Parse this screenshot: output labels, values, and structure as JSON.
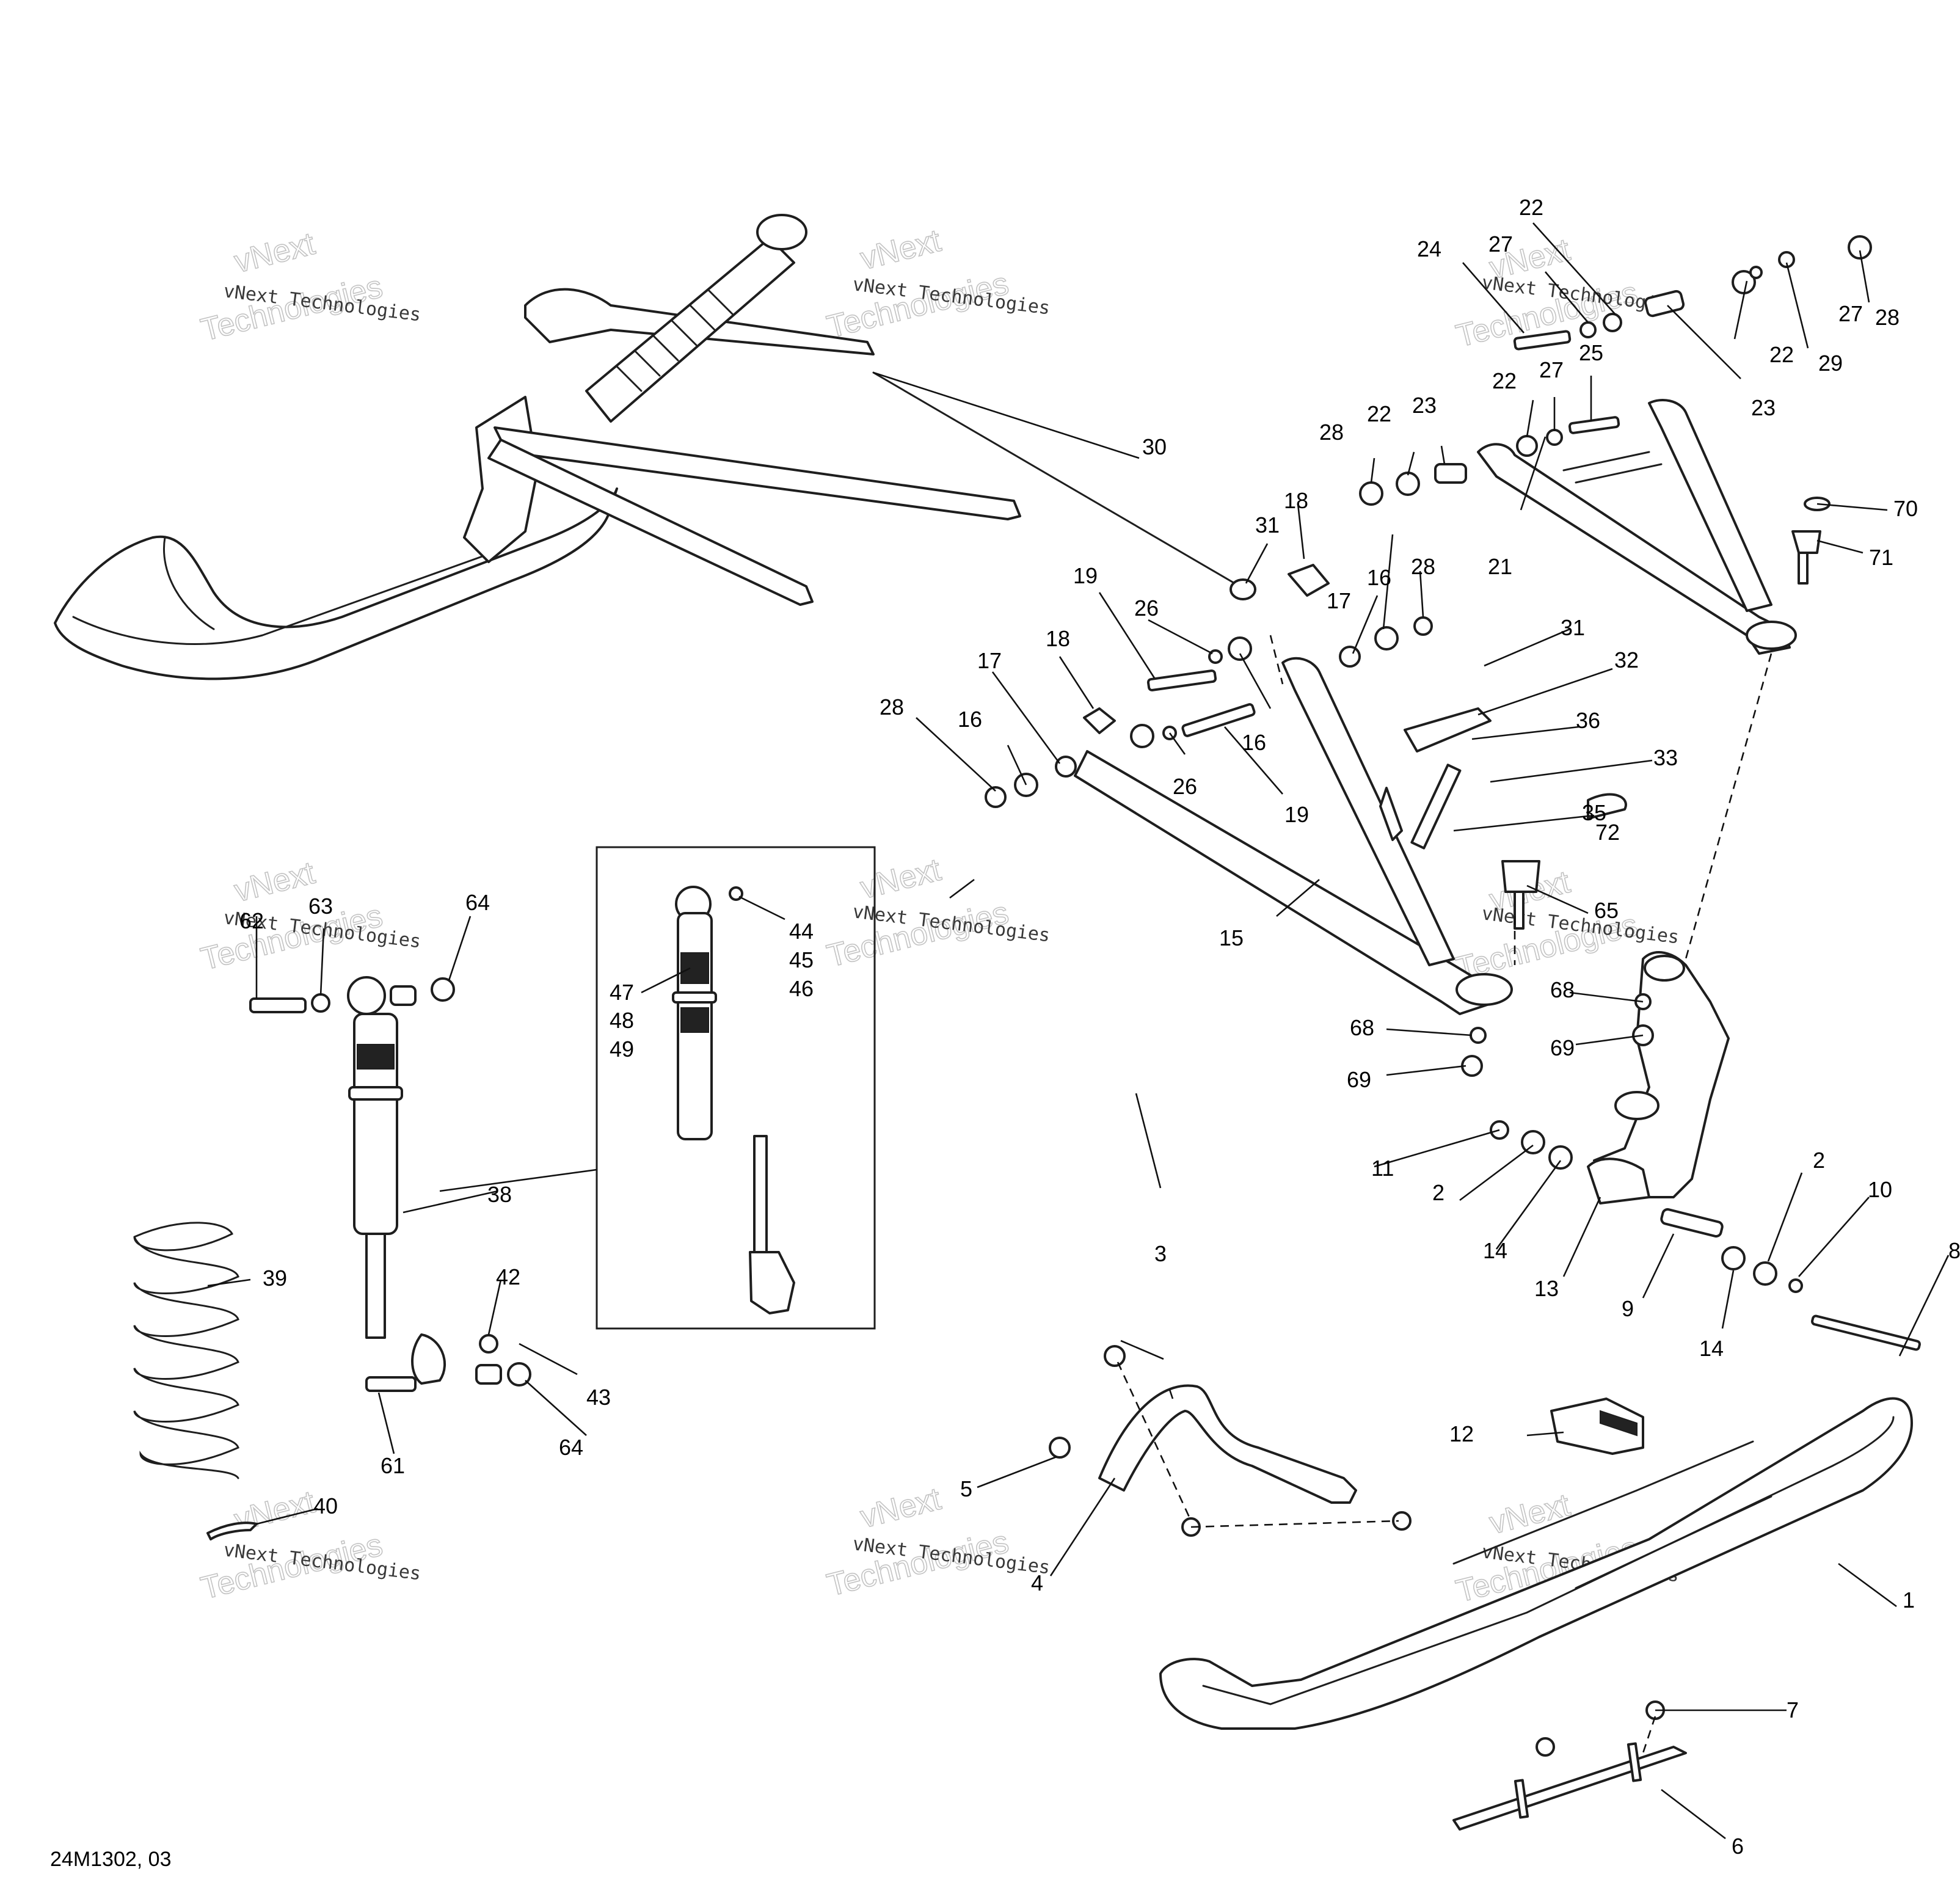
{
  "figure_id": "24M1302, 03",
  "watermark": {
    "line1": "vNext Technologies",
    "line2_a": "vNext",
    "line2_b": "Technologies"
  },
  "callouts": {
    "c1": "1",
    "c2a": "2",
    "c2b": "2",
    "c3": "3",
    "c4": "4",
    "c5": "5",
    "c6": "6",
    "c7": "7",
    "c8": "8",
    "c9": "9",
    "c10": "10",
    "c11": "11",
    "c12": "12",
    "c13": "13",
    "c14a": "14",
    "c14b": "14",
    "c15": "15",
    "c16a": "16",
    "c16b": "16",
    "c16c": "16",
    "c17a": "17",
    "c17b": "17",
    "c18a": "18",
    "c18b": "18",
    "c19a": "19",
    "c19b": "19",
    "c21": "21",
    "c22a": "22",
    "c22b": "22",
    "c22c": "22",
    "c22d": "22",
    "c23a": "23",
    "c23b": "23",
    "c24": "24",
    "c25": "25",
    "c26a": "26",
    "c26b": "26",
    "c27a": "27",
    "c27b": "27",
    "c27c": "27",
    "c28a": "28",
    "c28b": "28",
    "c28c": "28",
    "c28d": "28",
    "c29": "29",
    "c30": "30",
    "c31a": "31",
    "c31b": "31",
    "c32": "32",
    "c33": "33",
    "c35": "35",
    "c36": "36",
    "c38": "38",
    "c39": "39",
    "c40": "40",
    "c42": "42",
    "c43": "43",
    "c44": "44",
    "c45": "45",
    "c46": "46",
    "c47": "47",
    "c48": "48",
    "c49": "49",
    "c61": "61",
    "c62": "62",
    "c63": "63",
    "c64a": "64",
    "c64b": "64",
    "c65": "65",
    "c68a": "68",
    "c68b": "68",
    "c69a": "69",
    "c69b": "69",
    "c70": "70",
    "c71": "71",
    "c72": "72"
  }
}
